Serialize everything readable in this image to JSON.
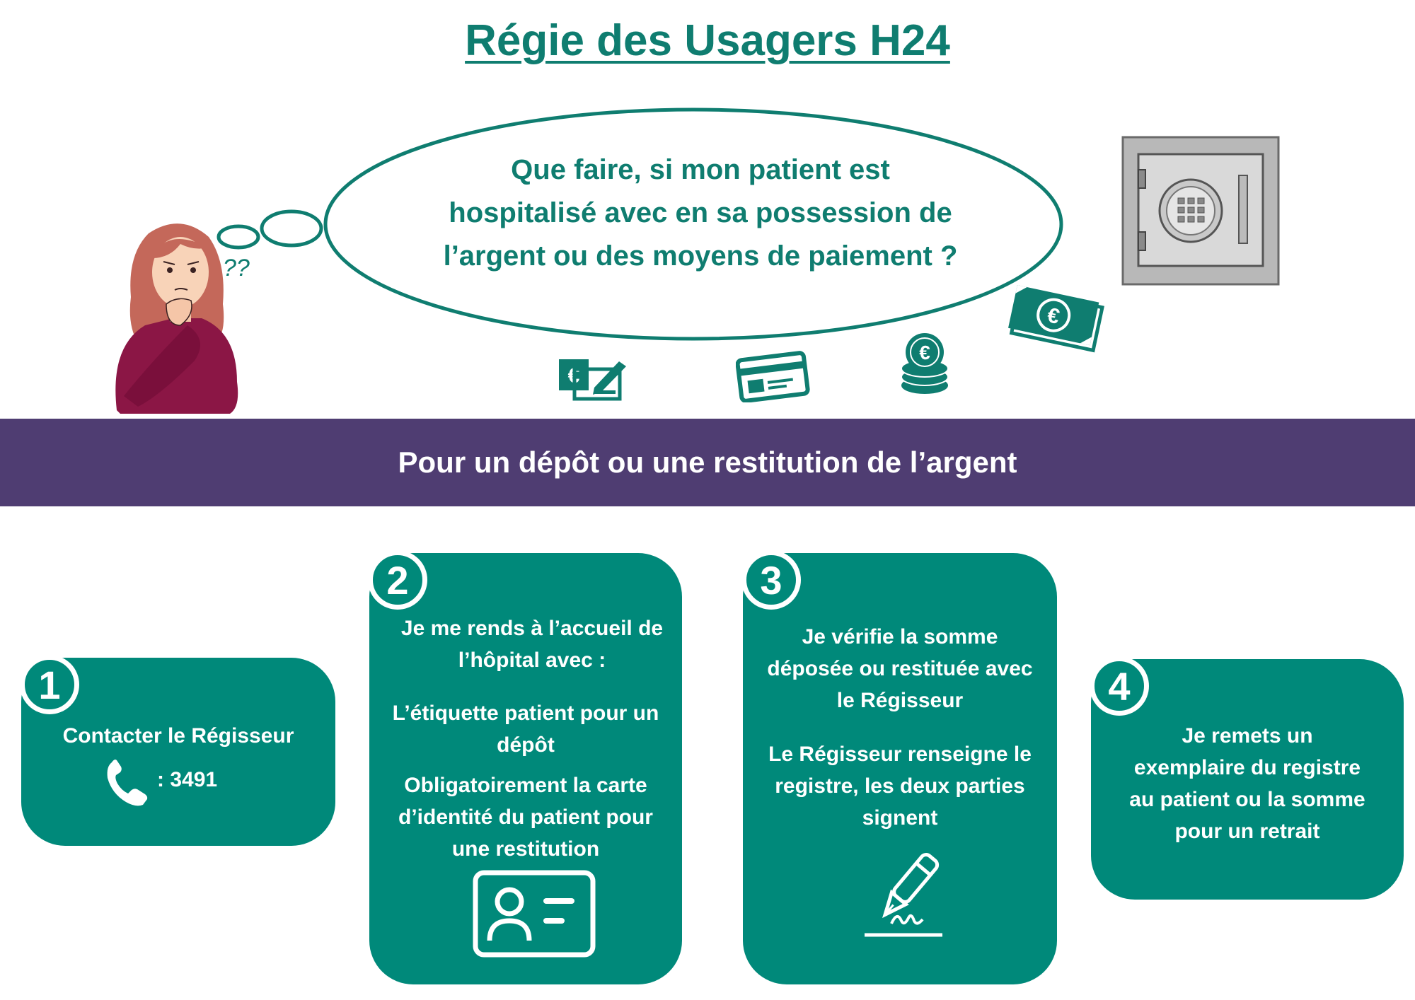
{
  "title": "Régie des Usagers H24",
  "question_lines": [
    "Que faire, si mon patient est",
    "hospitalisé avec en sa possession de",
    "l’argent ou des moyens de paiement ?"
  ],
  "question_marks": "??",
  "banner": "Pour un dépôt ou une restitution de l’argent",
  "steps": [
    {
      "number": "1",
      "text": "Contacter le Régisseur",
      "phone": ": 3491",
      "icon": "phone-icon"
    },
    {
      "number": "2",
      "lines": [
        "Je me rends à l’accueil de",
        "l’hôpital avec :"
      ],
      "item1": [
        "L’étiquette patient pour un",
        "dépôt"
      ],
      "item2": [
        "Obligatoirement la carte",
        "d’identité du patient pour",
        "une restitution"
      ],
      "icon": "id-card-icon"
    },
    {
      "number": "3",
      "lines": [
        "Je vérifie la somme",
        "déposée ou restituée avec",
        "le Régisseur"
      ],
      "lines2": [
        "Le Régisseur renseigne le",
        "registre, les deux parties",
        "signent"
      ],
      "icon": "fountain-pen-signature-icon"
    },
    {
      "number": "4",
      "lines": [
        "Je remets un",
        "exemplaire du registre",
        "au patient ou la somme",
        "pour un retrait"
      ]
    }
  ],
  "icons": [
    "cheque-icon",
    "credit-card-icon",
    "coins-icon",
    "banknote-icon",
    "safe-icon",
    "worried-woman-illustration"
  ],
  "colors": {
    "teal": "#00897a",
    "title_teal": "#0f7d70",
    "purple": "#4f3d72"
  }
}
